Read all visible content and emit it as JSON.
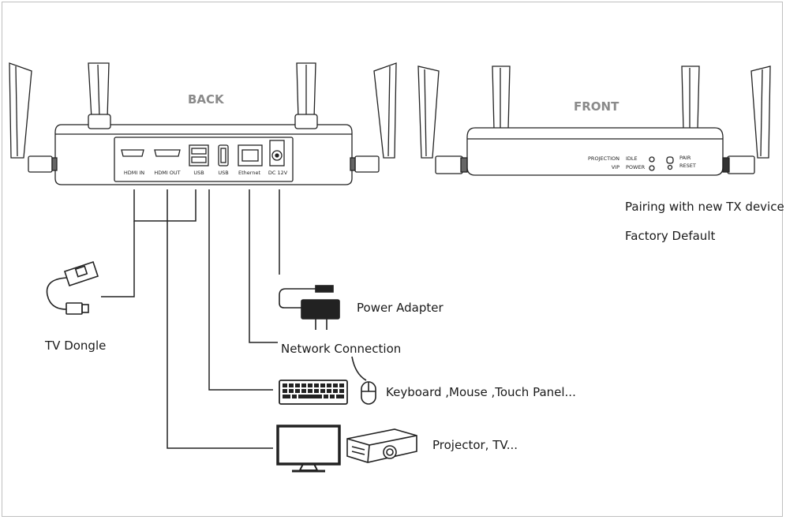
{
  "titles": {
    "back": "BACK",
    "front": "FRONT"
  },
  "ports": {
    "hdmi_in": "HDMI IN",
    "hdmi_out": "HDMI OUT",
    "usb_a": "USB",
    "usb_b": "USB",
    "ethernet": "Ethernet",
    "dc": "DC 12V"
  },
  "front_panel": {
    "projection": "PROJECTION",
    "vip": "VIP",
    "idle": "IDLE",
    "power": "POWER",
    "pair": "PAIR",
    "reset": "RESET"
  },
  "notes": {
    "pairing": "Pairing with new TX device",
    "factory": "Factory Default"
  },
  "labels": {
    "tv_dongle": "TV Dongle",
    "power_adapter": "Power Adapter",
    "network": "Network Connection",
    "peripherals": "Keyboard ,Mouse ,Touch Panel...",
    "display": "Projector, TV..."
  }
}
